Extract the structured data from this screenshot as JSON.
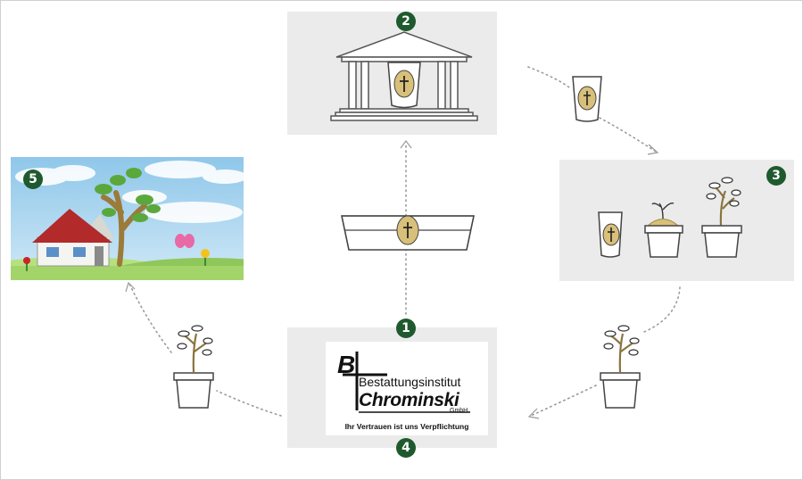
{
  "steps": [
    {
      "number": "1",
      "name": "funeral-home"
    },
    {
      "number": "2",
      "name": "ceremony-hall"
    },
    {
      "number": "3",
      "name": "urn-to-tree"
    },
    {
      "number": "4",
      "name": "return"
    },
    {
      "number": "5",
      "name": "home-garden"
    }
  ],
  "logo": {
    "letters": "B",
    "line1": "Bestattungsinstitut",
    "line2": "Chrominski",
    "line3": "GmbH",
    "tagline": "Ihr Vertrauen ist uns Verpflichtung"
  },
  "colors": {
    "badge": "#1f5a2e",
    "panel": "#ebebeb",
    "urn_label": "#d8c07a",
    "roof": "#b22a2a",
    "grass": "#8fc75a",
    "sky": "#a9d4ee"
  }
}
